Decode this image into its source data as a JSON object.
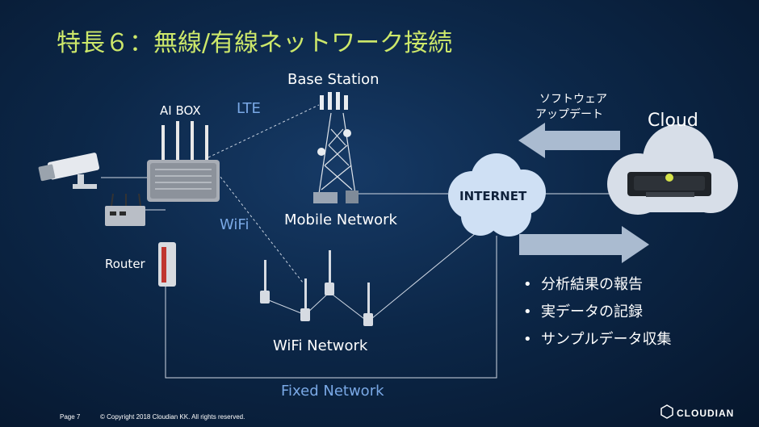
{
  "slide": {
    "title": "特長６：無線/有線ネットワーク接続",
    "labels": {
      "base_station": "Base Station",
      "ai_box": "AI BOX",
      "lte": "LTE",
      "wifi": "WiFi",
      "router": "Router",
      "mobile_network": "Mobile Network",
      "internet": "INTERNET",
      "cloud": "Cloud",
      "software_update_line1": "ソフトウェア",
      "software_update_line2": "アップデート",
      "wifi_network": "WiFi Network",
      "fixed_network": "Fixed Network"
    },
    "bullets": [
      "分析結果の報告",
      "実データの記録",
      "サンプルデータ収集"
    ],
    "footer": {
      "page": "Page 7",
      "copyright": "© Copyright 2018 Cloudian KK. All rights reserved.",
      "brand": "CLOUDIAN"
    },
    "colors": {
      "title": "#cde86a",
      "accent_blue": "#7aa9e6",
      "cloud": "#d7dee8",
      "arrow": "#aabbd0"
    }
  }
}
